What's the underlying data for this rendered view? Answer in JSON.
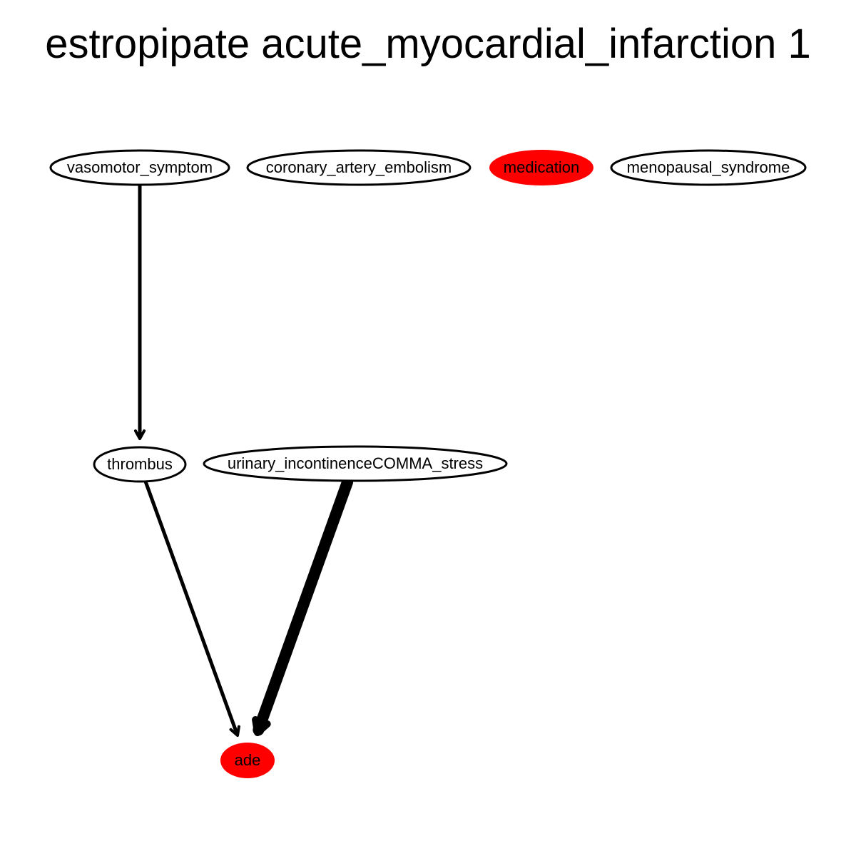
{
  "title": "estropipate acute_myocardial_infarction 1",
  "colors": {
    "highlight_fill": "#ff0000",
    "default_fill": "#ffffff",
    "stroke": "#000000"
  },
  "nodes": [
    {
      "id": "vasomotor_symptom",
      "label": "vasomotor_symptom",
      "highlighted": false
    },
    {
      "id": "coronary_artery_embolism",
      "label": "coronary_artery_embolism",
      "highlighted": false
    },
    {
      "id": "medication",
      "label": "medication",
      "highlighted": true
    },
    {
      "id": "menopausal_syndrome",
      "label": "menopausal_syndrome",
      "highlighted": false
    },
    {
      "id": "thrombus",
      "label": "thrombus",
      "highlighted": false
    },
    {
      "id": "urinary_incontinence_stress",
      "label": "urinary_incontinenceCOMMA_stress",
      "highlighted": false
    },
    {
      "id": "ade",
      "label": "ade",
      "highlighted": true
    }
  ],
  "edges": [
    {
      "from": "vasomotor_symptom",
      "to": "thrombus",
      "weight": 1
    },
    {
      "from": "thrombus",
      "to": "ade",
      "weight": 1
    },
    {
      "from": "urinary_incontinence_stress",
      "to": "ade",
      "weight": 4
    }
  ]
}
